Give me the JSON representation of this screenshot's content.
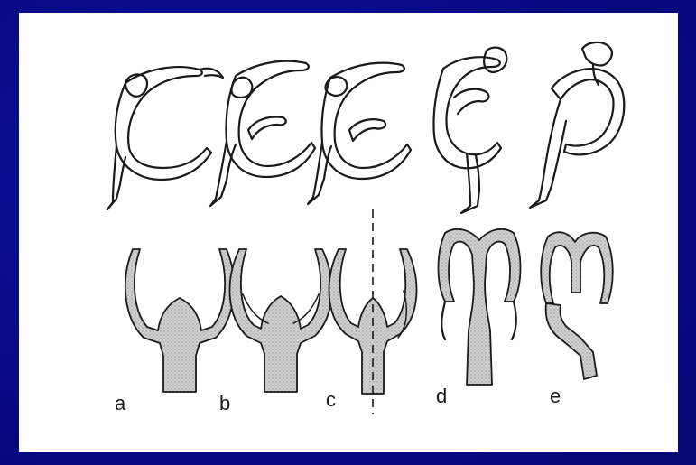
{
  "figure": {
    "panel_labels": [
      "a",
      "b",
      "c",
      "d",
      "e"
    ]
  }
}
